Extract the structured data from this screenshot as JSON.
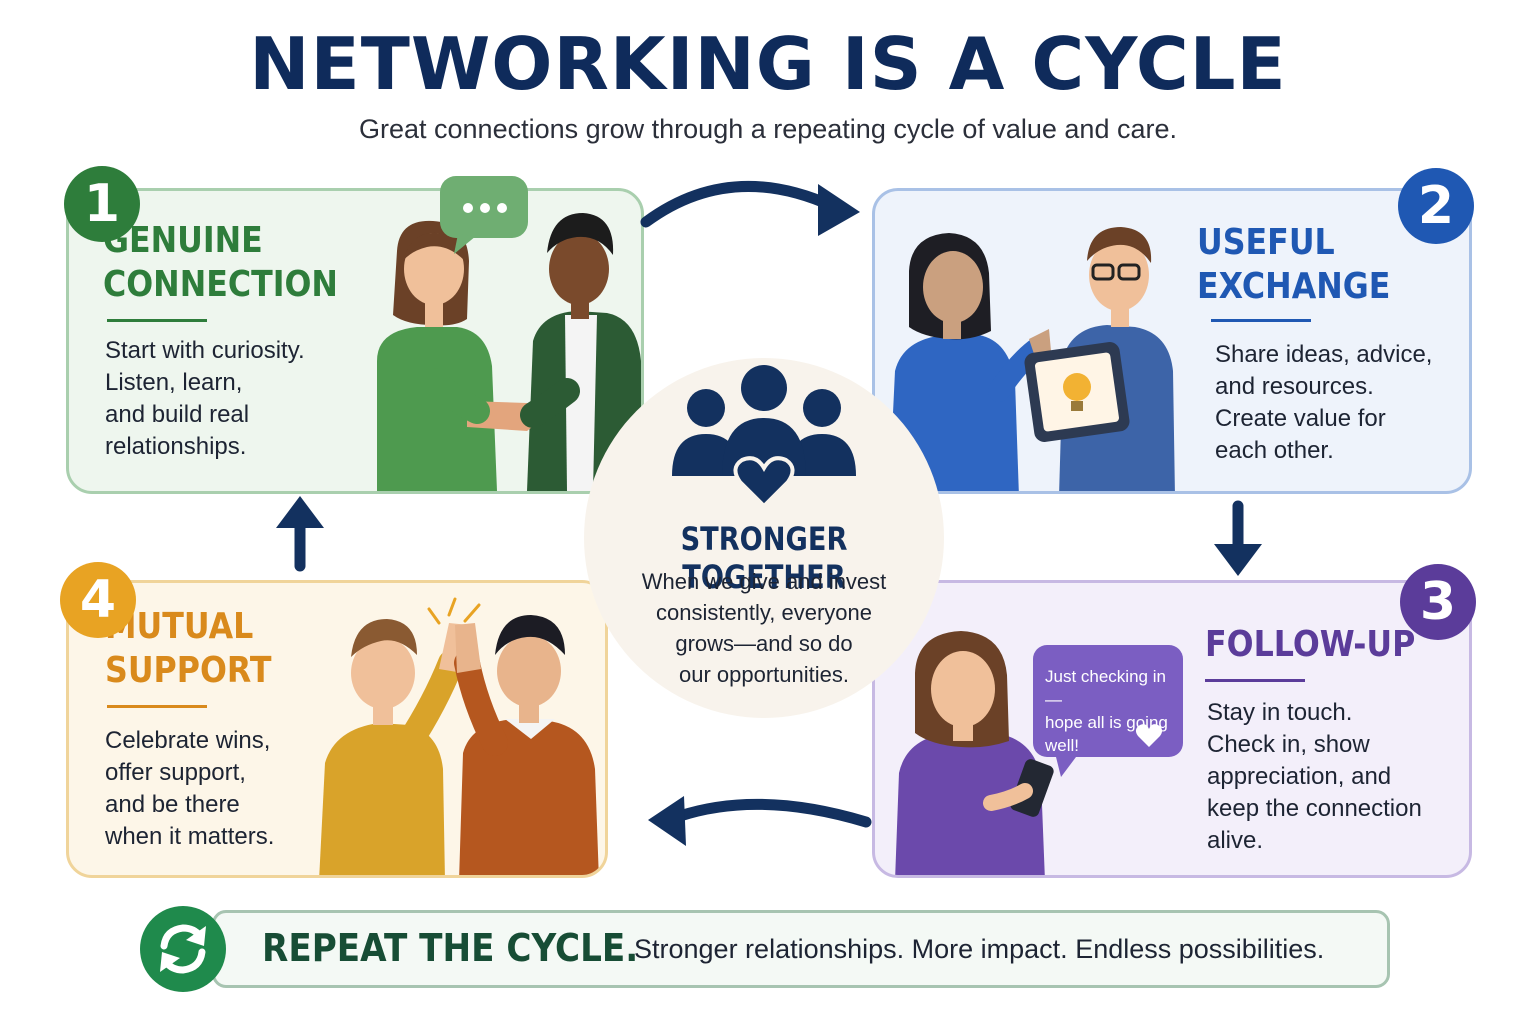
{
  "title": "NETWORKING IS A CYCLE",
  "subtitle": "Great connections grow through a repeating cycle of value and care.",
  "steps": [
    {
      "number": "1",
      "heading": "GENUINE CONNECTION",
      "heading_lines": [
        "GENUINE",
        "CONNECTION"
      ],
      "description": "Start with curiosity.\nListen, learn,\nand build real\nrelationships.",
      "color": "#2e7d3b",
      "border": "#a9cfae",
      "bg": "#eef6ee"
    },
    {
      "number": "2",
      "heading": "USEFUL EXCHANGE",
      "heading_lines": [
        "USEFUL",
        "EXCHANGE"
      ],
      "description": "Share ideas, advice,\nand resources.\nCreate value for\neach other.",
      "color": "#1f58b3",
      "border": "#a9c1e6",
      "bg": "#eef3fb"
    },
    {
      "number": "3",
      "heading": "FOLLOW-UP",
      "heading_lines": [
        "FOLLOW-UP"
      ],
      "description": "Stay in touch.\nCheck in, show\nappreciation, and\nkeep the connection\nalive.",
      "color": "#5b3c9a",
      "border": "#c7b9e3",
      "bg": "#f3effa",
      "chat_message": "Just checking in—\nhope all is going\nwell!"
    },
    {
      "number": "4",
      "heading": "MUTUAL SUPPORT",
      "heading_lines": [
        "MUTUAL",
        "SUPPORT"
      ],
      "description": "Celebrate wins,\noffer support,\nand be there\nwhen it matters.",
      "color": "#d98a1c",
      "border": "#f0d49a",
      "bg": "#fdf6e8"
    }
  ],
  "center": {
    "title": "STRONGER TOGETHER",
    "description": "When we give and invest\nconsistently, everyone\ngrows—and so do\nour opportunities.",
    "icon": "people-heart-icon",
    "color": "#13315f"
  },
  "banner": {
    "strong": "REPEAT THE CYCLE.",
    "rest": "Stronger relationships. More impact. Endless possibilities.",
    "icon": "refresh-icon",
    "color": "#1f8a4c"
  },
  "arrow_color": "#13315f"
}
